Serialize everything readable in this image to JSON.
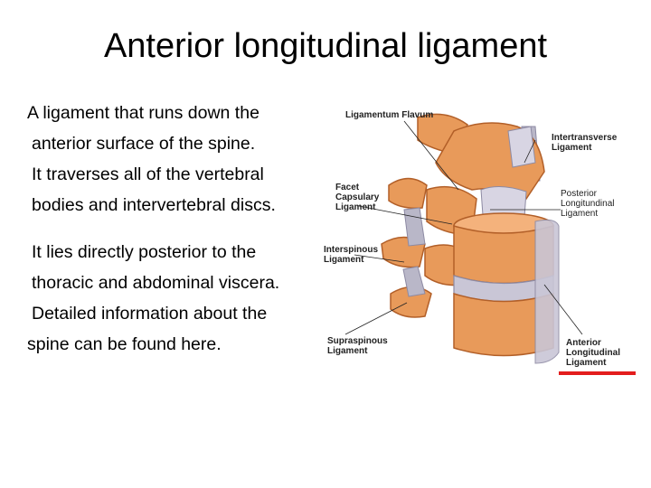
{
  "slide": {
    "title": "Anterior longitudinal ligament",
    "lines": [
      "A ligament that runs down the",
      "anterior surface of the spine.",
      "It traverses all of the vertebral",
      "bodies and intervertebral discs.",
      "It lies directly posterior to the",
      "thoracic and abdominal viscera.",
      "Detailed information about the",
      "spine can be found here."
    ]
  },
  "figure": {
    "labels": {
      "ligamentum_flavum": "Ligamentum Flavum",
      "intertransverse_1": "Intertransverse",
      "intertransverse_2": "Ligament",
      "facet_1": "Facet",
      "facet_2": "Capsulary",
      "facet_3": "Ligament",
      "posterior_1": "Posterior",
      "posterior_2": "Longitundinal",
      "posterior_3": "Ligament",
      "interspinous_1": "Interspinous",
      "interspinous_2": "Ligament",
      "supraspinous_1": "Supraspinous",
      "supraspinous_2": "Ligament",
      "anterior_1": "Anterior",
      "anterior_2": "Longitudinal",
      "anterior_3": "Ligament"
    },
    "colors": {
      "bone": "#e89a5a",
      "bone_dark": "#c46a2e",
      "disc": "#c9c6d6",
      "highlight": "#e31d1d"
    }
  }
}
